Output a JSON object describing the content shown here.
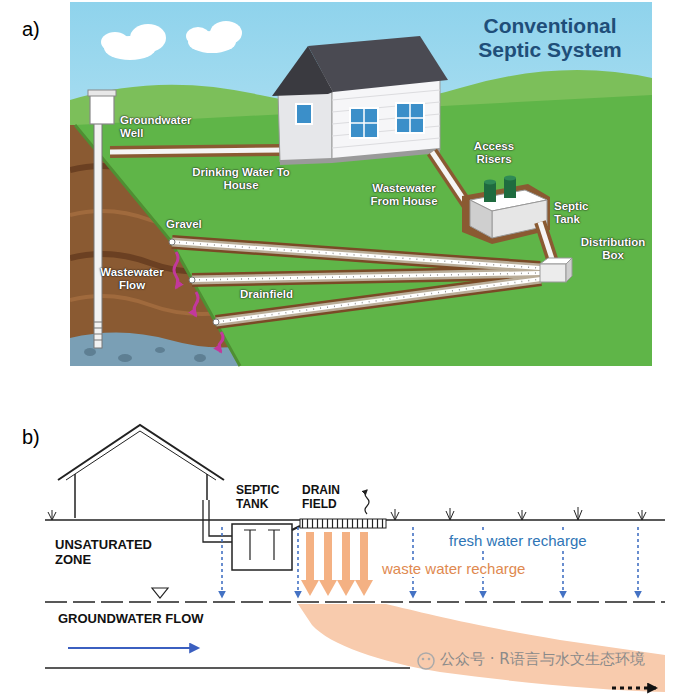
{
  "diagram": {
    "title": "Conventional Septic System",
    "labels": [
      "a)",
      "Groundwater Well",
      "Drinking Water To House",
      "Access Risers",
      "Wastewater From House",
      "Septic Tank",
      "Distribution Box",
      "Gravel",
      "Wastewater Flow",
      "Drainfield",
      "b)",
      "SEPTIC TANK",
      "DRAIN FIELD",
      "UNSATURATED ZONE",
      "fresh water recharge",
      "waste water recharge",
      "GROUNDWATER FLOW",
      "公众号 · R语言与水文生态环境"
    ]
  }
}
